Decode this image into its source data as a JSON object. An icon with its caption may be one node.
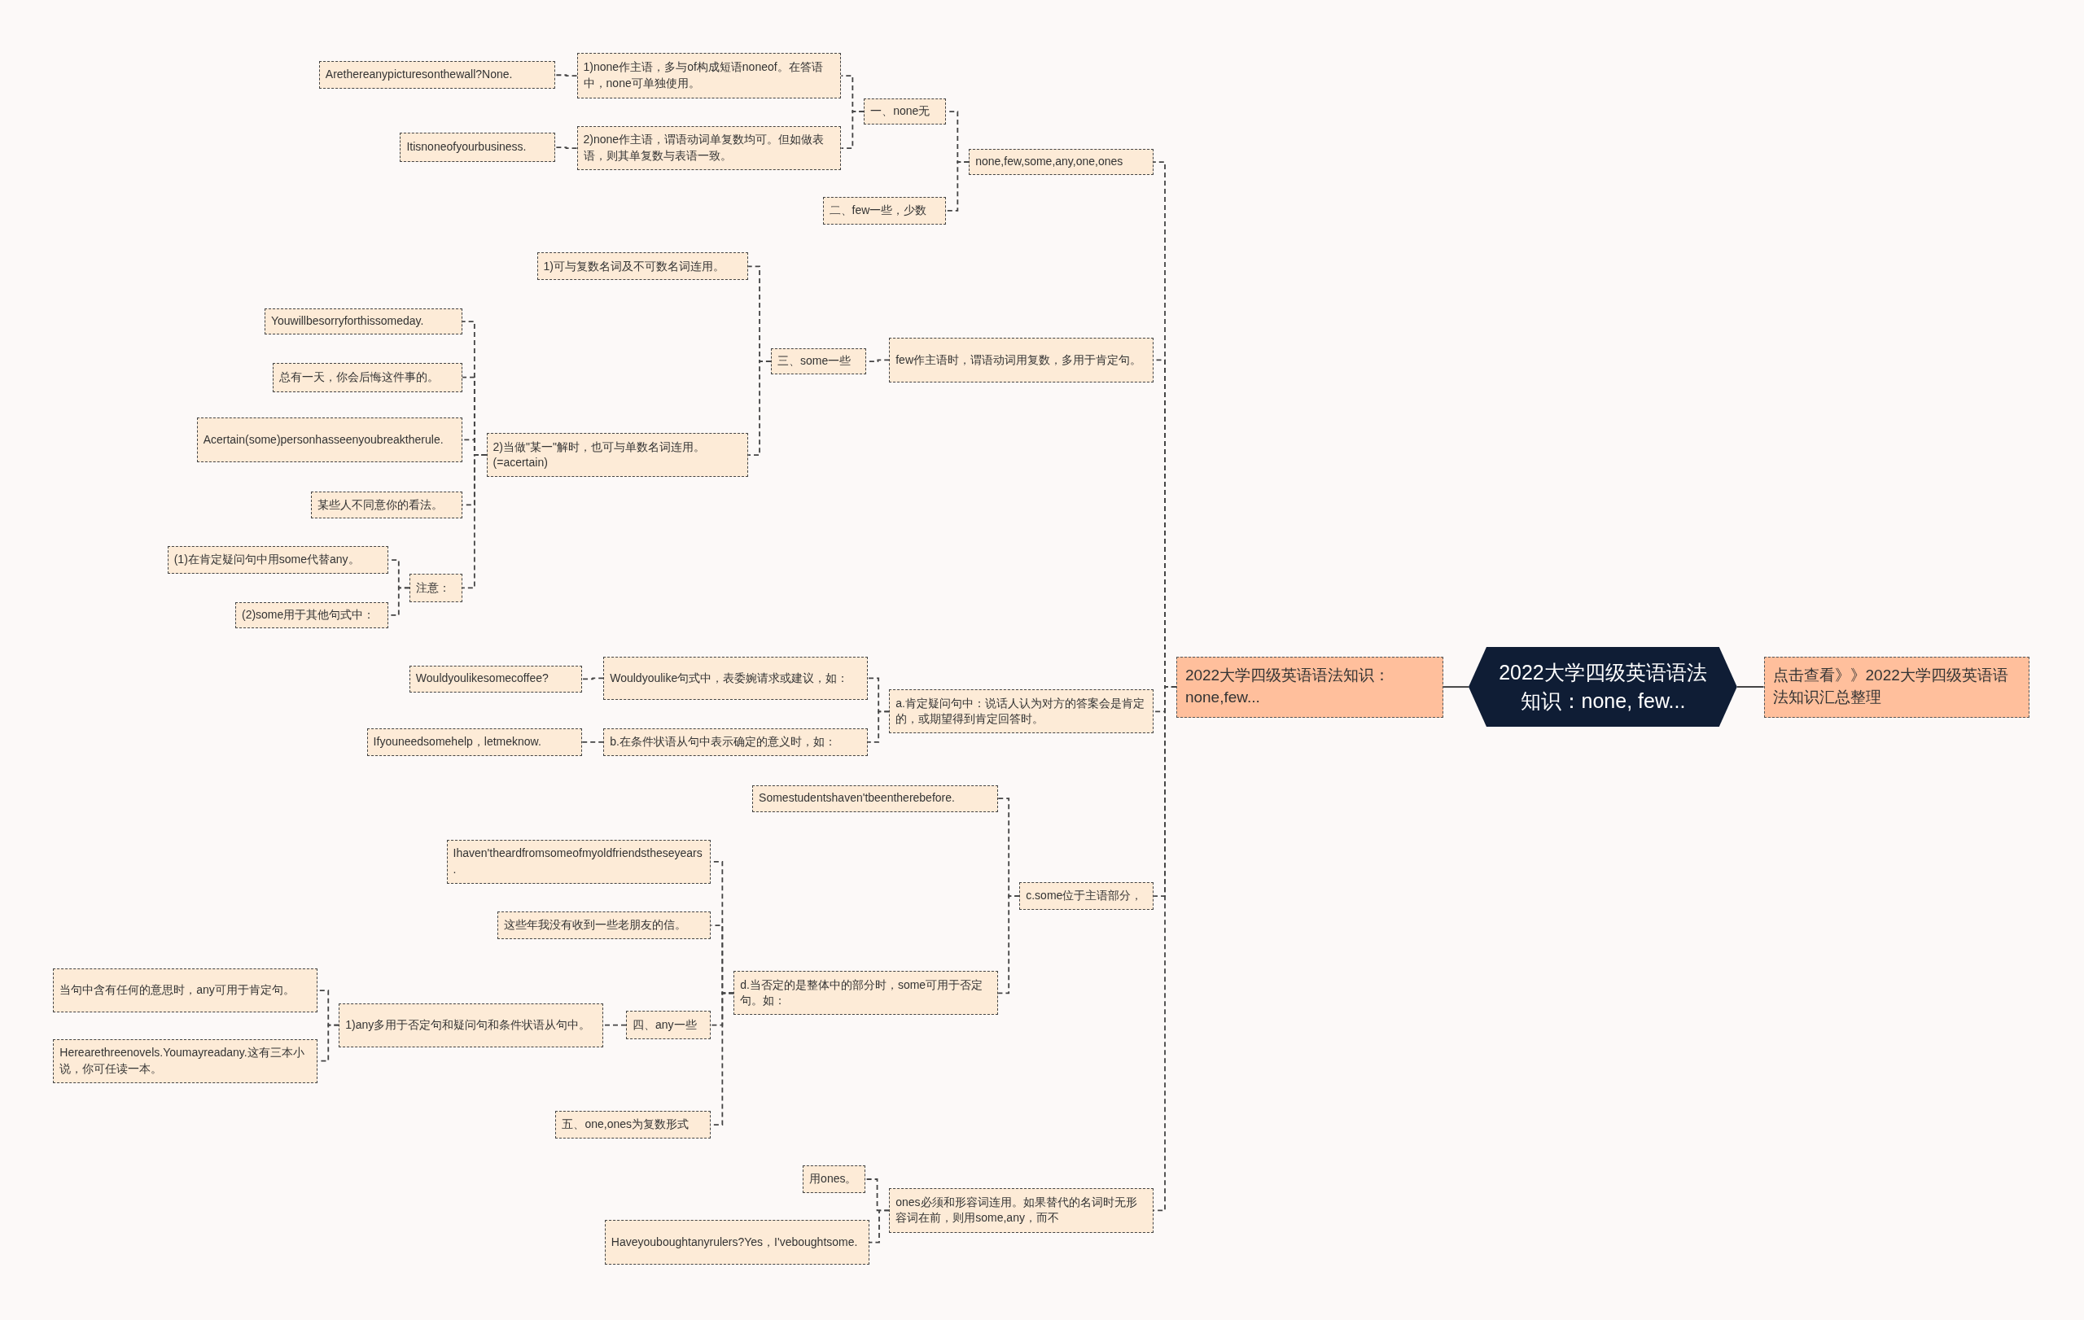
{
  "diagram": {
    "nodes": [
      {
        "text": [
          "2022大学四级英语语法知识：none, few..."
        ]
      },
      {
        "text": [
          "点击查看》》2022大学四级英语语法知识汇总整理"
        ]
      },
      {
        "text": [
          "2022大学四级英语语法知识：none,few..."
        ]
      },
      {
        "text": [
          "none,few,some,any,one,ones"
        ]
      },
      {
        "text": [
          "一、none无"
        ]
      },
      {
        "text": [
          "1)none作主语，多与of构成短语noneof。在答语中，none可单独使用。"
        ]
      },
      {
        "text": [
          "Arethereanypicturesonthewall?None."
        ]
      },
      {
        "text": [
          "2)none作主语，谓语动词单复数均可。但如做表语，则其单复数与表语一致。"
        ]
      },
      {
        "text": [
          "Itisnoneofyourbusiness."
        ]
      },
      {
        "text": [
          "二、few一些，少数"
        ]
      },
      {
        "text": [
          "few作主语时，谓语动词用复数，多用于肯定句。"
        ]
      },
      {
        "text": [
          "三、some一些"
        ]
      },
      {
        "text": [
          "1)可与复数名词及不可数名词连用。"
        ]
      },
      {
        "text": [
          "2)当做\"某一\"解时，也可与单数名词连用。(=acertain)"
        ]
      },
      {
        "text": [
          "Youwillbesorryforthissomeday."
        ]
      },
      {
        "text": [
          "总有一天，你会后悔这件事的。"
        ]
      },
      {
        "text": [
          "Acertain(some)personhasseenyoubreaktherule."
        ]
      },
      {
        "text": [
          "某些人不同意你的看法。"
        ]
      },
      {
        "text": [
          "注意："
        ]
      },
      {
        "text": [
          "(1)在肯定疑问句中用some代替any。"
        ]
      },
      {
        "text": [
          "(2)some用于其他句式中："
        ]
      },
      {
        "text": [
          "a.肯定疑问句中：说话人认为对方的答案会是肯定的，或期望得到肯定回答时。"
        ]
      },
      {
        "text": [
          "Wouldyoulike句式中，表委婉请求或建议，如："
        ]
      },
      {
        "text": [
          "Wouldyoulikesomecoffee?"
        ]
      },
      {
        "text": [
          "b.在条件状语从句中表示确定的意义时，如："
        ]
      },
      {
        "text": [
          "Ifyouneedsomehelp，letmeknow."
        ]
      },
      {
        "text": [
          "c.some位于主语部分，"
        ]
      },
      {
        "text": [
          "Somestudentshaven'tbeentherebefore."
        ]
      },
      {
        "text": [
          "d.当否定的是整体中的部分时，some可用于否定句。如："
        ]
      },
      {
        "text": [
          "Ihaven'theardfromsomeofmyoldfriendstheseyears."
        ]
      },
      {
        "text": [
          "这些年我没有收到一些老朋友的信。"
        ]
      },
      {
        "text": [
          "四、any一些"
        ]
      },
      {
        "text": [
          "1)any多用于否定句和疑问句和条件状语从句中。"
        ]
      },
      {
        "text": [
          "当句中含有任何的意思时，any可用于肯定句。"
        ]
      },
      {
        "text": [
          "Herearethreenovels.Youmayreadany.这有三本小说，你可任读一本。"
        ]
      },
      {
        "text": [
          "五、one,ones为复数形式"
        ]
      },
      {
        "text": [
          "ones必须和形容词连用。如果替代的名词时无形容词在前，则用some,any，而不"
        ]
      },
      {
        "text": [
          "用ones。"
        ]
      },
      {
        "text": [
          "Haveyouboughtanyrulers?Yes，I'veboughtsome."
        ]
      }
    ],
    "edges": [
      {
        "from": 0,
        "to": 1,
        "arrow": "none"
      },
      {
        "from": 0,
        "to": 2,
        "arrow": "none"
      },
      {
        "from": 2,
        "to": 3,
        "arrow": "none",
        "style": "dashed"
      },
      {
        "from": 3,
        "to": 4,
        "arrow": "none",
        "style": "dashed"
      },
      {
        "from": 4,
        "to": 5,
        "arrow": "none",
        "style": "dashed"
      },
      {
        "from": 5,
        "to": 6,
        "arrow": "none",
        "style": "dashed"
      },
      {
        "from": 4,
        "to": 7,
        "arrow": "none",
        "style": "dashed"
      },
      {
        "from": 7,
        "to": 8,
        "arrow": "none",
        "style": "dashed"
      },
      {
        "from": 3,
        "to": 9,
        "arrow": "none",
        "style": "dashed"
      },
      {
        "from": 2,
        "to": 10,
        "arrow": "none",
        "style": "dashed"
      },
      {
        "from": 10,
        "to": 11,
        "arrow": "none",
        "style": "dashed"
      },
      {
        "from": 11,
        "to": 12,
        "arrow": "none",
        "style": "dashed"
      },
      {
        "from": 11,
        "to": 13,
        "arrow": "none",
        "style": "dashed"
      },
      {
        "from": 13,
        "to": 14,
        "arrow": "none",
        "style": "dashed"
      },
      {
        "from": 13,
        "to": 15,
        "arrow": "none",
        "style": "dashed"
      },
      {
        "from": 13,
        "to": 16,
        "arrow": "none",
        "style": "dashed"
      },
      {
        "from": 13,
        "to": 17,
        "arrow": "none",
        "style": "dashed"
      },
      {
        "from": 13,
        "to": 18,
        "arrow": "none",
        "style": "dashed"
      },
      {
        "from": 18,
        "to": 19,
        "arrow": "none",
        "style": "dashed"
      },
      {
        "from": 18,
        "to": 20,
        "arrow": "none",
        "style": "dashed"
      },
      {
        "from": 2,
        "to": 21,
        "arrow": "none",
        "style": "dashed"
      },
      {
        "from": 21,
        "to": 22,
        "arrow": "none",
        "style": "dashed"
      },
      {
        "from": 22,
        "to": 23,
        "arrow": "none",
        "style": "dashed"
      },
      {
        "from": 21,
        "to": 24,
        "arrow": "none",
        "style": "dashed"
      },
      {
        "from": 24,
        "to": 25,
        "arrow": "none",
        "style": "dashed"
      },
      {
        "from": 2,
        "to": 26,
        "arrow": "none",
        "style": "dashed"
      },
      {
        "from": 26,
        "to": 27,
        "arrow": "none",
        "style": "dashed"
      },
      {
        "from": 26,
        "to": 28,
        "arrow": "none",
        "style": "dashed"
      },
      {
        "from": 28,
        "to": 29,
        "arrow": "none",
        "style": "dashed"
      },
      {
        "from": 28,
        "to": 30,
        "arrow": "none",
        "style": "dashed"
      },
      {
        "from": 28,
        "to": 31,
        "arrow": "none",
        "style": "dashed"
      },
      {
        "from": 31,
        "to": 32,
        "arrow": "none",
        "style": "dashed"
      },
      {
        "from": 32,
        "to": 33,
        "arrow": "none",
        "style": "dashed"
      },
      {
        "from": 32,
        "to": 34,
        "arrow": "none",
        "style": "dashed"
      },
      {
        "from": 28,
        "to": 35,
        "arrow": "none",
        "style": "dashed"
      },
      {
        "from": 2,
        "to": 36,
        "arrow": "none",
        "style": "dashed"
      },
      {
        "from": 36,
        "to": 37,
        "arrow": "none",
        "style": "dashed"
      },
      {
        "from": 36,
        "to": 38,
        "arrow": "none",
        "style": "dashed"
      }
    ]
  }
}
